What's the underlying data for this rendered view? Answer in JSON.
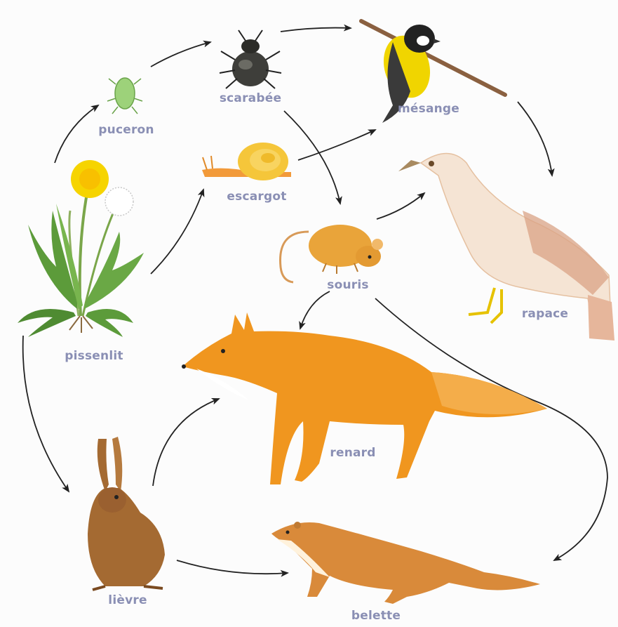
{
  "diagram": {
    "organisms": [
      {
        "id": "pissenlit",
        "label": "pissenlit",
        "icon": "dandelion-plant"
      },
      {
        "id": "puceron",
        "label": "puceron",
        "icon": "aphid"
      },
      {
        "id": "scarabee",
        "label": "scarabée",
        "icon": "beetle"
      },
      {
        "id": "mesange",
        "label": "mésange",
        "icon": "tit-bird"
      },
      {
        "id": "escargot",
        "label": "escargot",
        "icon": "snail"
      },
      {
        "id": "souris",
        "label": "souris",
        "icon": "mouse"
      },
      {
        "id": "rapace",
        "label": "rapace",
        "icon": "bird-of-prey"
      },
      {
        "id": "renard",
        "label": "renard",
        "icon": "fox"
      },
      {
        "id": "lievre",
        "label": "lièvre",
        "icon": "hare"
      },
      {
        "id": "belette",
        "label": "belette",
        "icon": "weasel"
      }
    ],
    "links": [
      {
        "from": "pissenlit",
        "to": "puceron"
      },
      {
        "from": "puceron",
        "to": "scarabee"
      },
      {
        "from": "scarabee",
        "to": "mesange"
      },
      {
        "from": "pissenlit",
        "to": "escargot"
      },
      {
        "from": "escargot",
        "to": "mesange"
      },
      {
        "from": "scarabee",
        "to": "souris"
      },
      {
        "from": "mesange",
        "to": "rapace"
      },
      {
        "from": "souris",
        "to": "rapace"
      },
      {
        "from": "souris",
        "to": "renard"
      },
      {
        "from": "souris",
        "to": "belette"
      },
      {
        "from": "pissenlit",
        "to": "lievre"
      },
      {
        "from": "lievre",
        "to": "renard"
      },
      {
        "from": "lievre",
        "to": "belette"
      }
    ],
    "colors": {
      "label": "#8a8fb4",
      "arrow": "#222222",
      "fox": "#f0961f",
      "rodent": "#e9a43a",
      "hare": "#a46a32",
      "dandelion": "#f6d400",
      "leaf": "#5c9b3a"
    }
  }
}
